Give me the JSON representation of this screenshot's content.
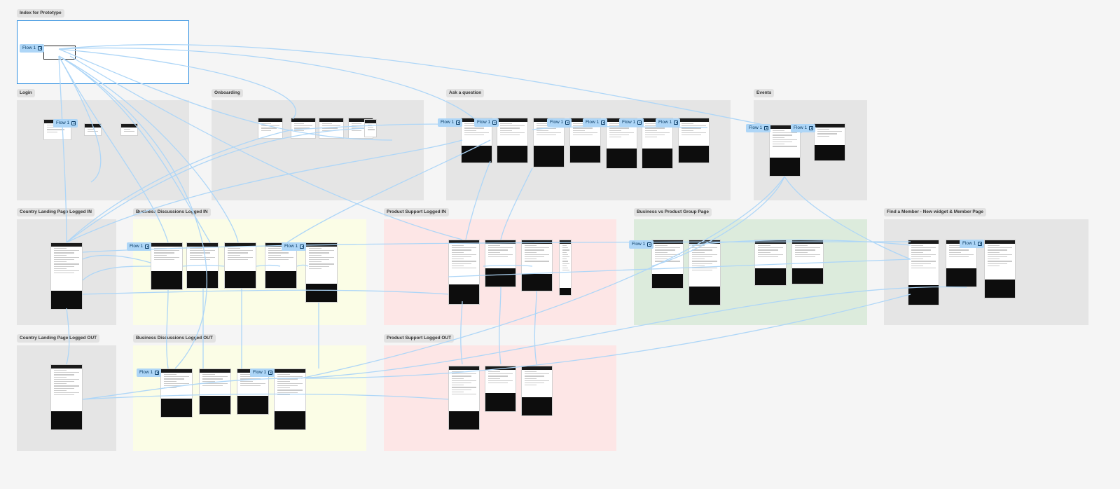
{
  "canvas": {
    "background": "#f5f5f5",
    "flow_color": "#aed6f7",
    "selection_color": "#2d8ee0"
  },
  "sections": {
    "index": {
      "label": "Index for Prototype"
    },
    "login": {
      "label": "Login",
      "color": "#e5e5e5"
    },
    "onboarding": {
      "label": "Onboarding",
      "color": "#e5e5e5"
    },
    "ask_question": {
      "label": "Ask a question",
      "color": "#e5e5e5"
    },
    "events": {
      "label": "Events",
      "color": "#e5e5e5"
    },
    "country_in": {
      "label": "Country Landing Page Logged IN",
      "color": "#e5e5e5"
    },
    "business_in": {
      "label": "Business Discussions Logged IN",
      "color": "#fbfde6"
    },
    "product_in": {
      "label": "Product Support Logged IN",
      "color": "#fde6e6"
    },
    "business_vs_product": {
      "label": "Business vs Product Group Page",
      "color": "#dcebdc"
    },
    "find_member": {
      "label": "Find a Member - New widget & Member Page",
      "color": "#e5e5e5"
    },
    "country_out": {
      "label": "Country Landing Page Logged OUT",
      "color": "#e5e5e5"
    },
    "business_out": {
      "label": "Business Discussions Logged OUT",
      "color": "#fbfde6"
    },
    "product_out": {
      "label": "Product Support Logged OUT",
      "color": "#fde6e6"
    }
  },
  "flow_label": "Flow 1",
  "icons": {
    "flow_start": "play-flow-icon"
  }
}
